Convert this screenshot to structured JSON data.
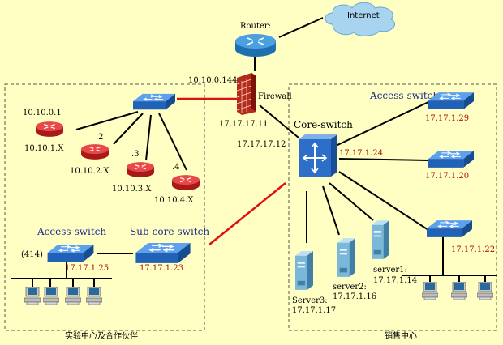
{
  "colors": {
    "background": "#ffffc4",
    "switch": "#2b7bd6",
    "router": "#d43030",
    "red_link": "#e01010",
    "red_text": "#b01010",
    "blue_text": "#1c2a8c"
  },
  "labels": {
    "internet": "Internet",
    "router": "Router:",
    "ip_10_10_0_144": "10.10.0.144",
    "firewall": "Firewall",
    "ip_17_17_17_11": "17.17.17.11",
    "ip_17_17_17_12": "17.17.17.12",
    "core_switch": "Core-switch",
    "core_ip": "17.17.1.24",
    "access_switch_right": "Access-switch",
    "ip_17_17_1_29": "17.17.1.29",
    "ip_17_17_1_20": "17.17.1.20",
    "ip_17_17_1_22": "17.17.1.22",
    "ip_10_10_0_1": "10.10.0.1",
    "net_10_10_1": "10.10.1.X",
    "dot2": ".2",
    "net_10_10_2": "10.10.2.X",
    "dot3": ".3",
    "net_10_10_3": "10.10.3.X",
    "dot4": ".4",
    "net_10_10_4": "10.10.4.X",
    "access_switch_left": "Access-switch",
    "sub_core_switch": "Sub-core-switch",
    "port_414": "(414)",
    "ip_17_17_1_25": "17.17.1.25",
    "ip_17_17_1_23": "17.17.1.23",
    "server3": "Server3:",
    "server3_ip": "17.17.1.17",
    "server2": "server2:",
    "server2_ip": "17.17.1.16",
    "server1": "server1:",
    "server1_ip": "17.17.1.14",
    "left_zone": "实验中心及合作伙伴",
    "right_zone": "销售中心"
  },
  "icons": {
    "cloud": "internet-cloud-icon",
    "router": "router-icon",
    "firewall": "firewall-icon",
    "switch": "switch-icon",
    "core_switch": "core-switch-icon",
    "server": "server-icon",
    "workstation": "workstation-icon"
  }
}
